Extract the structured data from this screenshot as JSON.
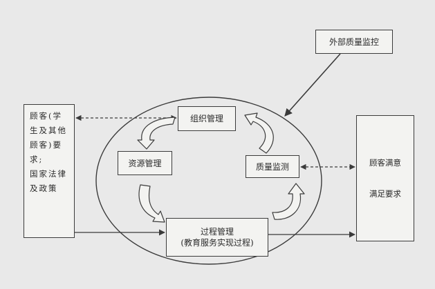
{
  "diagram": {
    "external_monitoring": "外部质量监控",
    "organization_management": "组织管理",
    "resource_management": "资源管理",
    "quality_monitoring": "质量监测",
    "process_management": {
      "line1": "过程管理",
      "line2": "(教育服务实现过程)"
    },
    "customer_requirements": {
      "lines": [
        "顾客(学",
        "生及其他",
        "顾客)要",
        "求;",
        "国家法律",
        "及政策"
      ]
    },
    "customer_satisfaction": {
      "line1": "顾客满意",
      "line2": "满足要求"
    }
  },
  "colors": {
    "background": "#e9e9e9",
    "line": "#3a3a3a"
  }
}
